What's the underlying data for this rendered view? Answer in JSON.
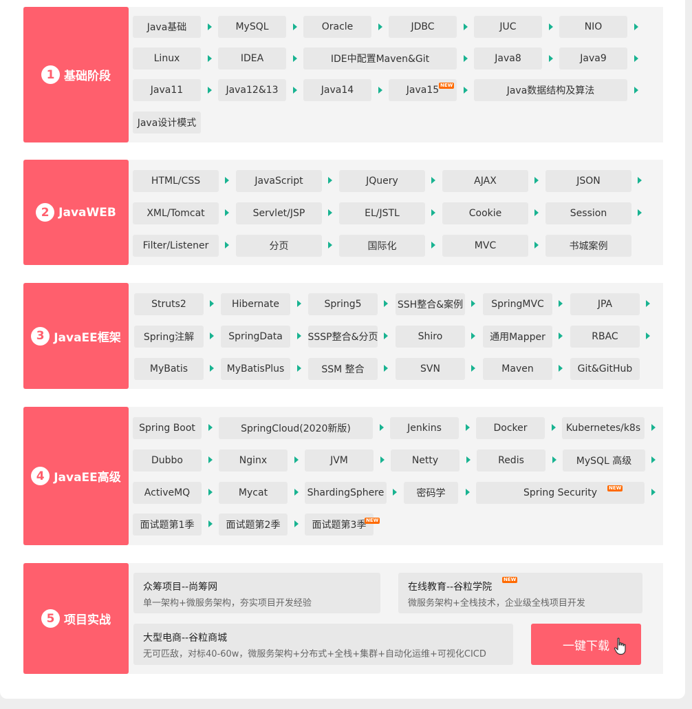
{
  "stages": [
    {
      "num": "1",
      "label": "基础阶段",
      "chips": [
        "Java基础",
        "MySQL",
        "Oracle",
        "JDBC",
        "JUC",
        "NIO",
        "Linux",
        "IDEA",
        "IDE中配置Maven&Git",
        "Java8",
        "Java9",
        "Java11",
        "Java12&13",
        "Java14",
        "Java15",
        "Java数据结构及算法",
        "Java设计模式"
      ]
    },
    {
      "num": "2",
      "label": "JavaWEB",
      "chips": [
        "HTML/CSS",
        "JavaScript",
        "JQuery",
        "AJAX",
        "JSON",
        "XML/Tomcat",
        "Servlet/JSP",
        "EL/JSTL",
        "Cookie",
        "Session",
        "Filter/Listener",
        "分页",
        "国际化",
        "MVC",
        "书城案例"
      ]
    },
    {
      "num": "3",
      "label": "JavaEE框架",
      "chips": [
        "Struts2",
        "Hibernate",
        "Spring5",
        "SSH整合&案例",
        "SpringMVC",
        "JPA",
        "Spring注解",
        "SpringData",
        "SSSP整合&分页",
        "Shiro",
        "通用Mapper",
        "RBAC",
        "MyBatis",
        "MyBatisPlus",
        "SSM 整合",
        "SVN",
        "Maven",
        "Git&GitHub"
      ]
    },
    {
      "num": "4",
      "label": "JavaEE高级",
      "chips": [
        "Spring Boot",
        "SpringCloud(2020新版)",
        "Jenkins",
        "Docker",
        "Kubernetes/k8s",
        "Dubbo",
        "Nginx",
        "JVM",
        "Netty",
        "Redis",
        "MySQL 高级",
        "ActiveMQ",
        "Mycat",
        "ShardingSphere",
        "密码学",
        "Spring Security",
        "面试题第1季",
        "面试题第2季",
        "面试题第3季"
      ]
    },
    {
      "num": "5",
      "label": "项目实战"
    }
  ],
  "new_badge": "NEW",
  "projects": [
    {
      "title": "众筹项目--尚筹网",
      "desc": "单一架构+微服务架构，夯实项目开发经验"
    },
    {
      "title": "在线教育--谷粒学院",
      "desc": "微服务架构+全栈技术，企业级全栈项目开发"
    },
    {
      "title": "大型电商--谷粒商城",
      "desc": "无可匹敌，对标40-60w，微服务架构+分布式+全栈+集群+自动化运维+可视化CICD"
    }
  ],
  "download_label": "一键下载",
  "colors": {
    "accent": "#ff5f6d",
    "arrow": "#19b391",
    "badge": "#ff6a00"
  },
  "icons": {
    "cursor": "hand-pointer-icon",
    "arrow": "triangle-right-icon"
  }
}
